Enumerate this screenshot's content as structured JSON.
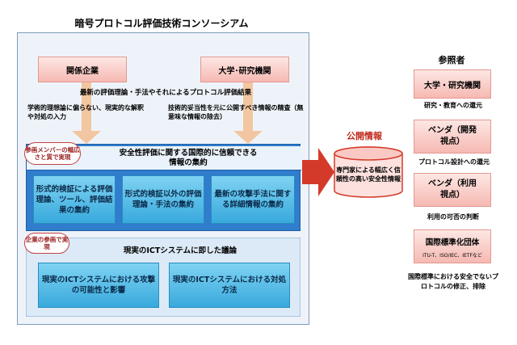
{
  "title": "暗号プロトコル評価技術コンソーシアム",
  "sources": {
    "company": "関係企業",
    "university": "大学･研究機関"
  },
  "evaluation_results": "最新の評価理論・手法やそれによるプロトコル評価結果",
  "company_input": "学術的理想論に偏らない、現実的な解釈や対処の入力",
  "university_input": "技術的妥当性を元に公開すべき情報の精査（無意味な情報の除去）",
  "security_panel": {
    "bubble": "参画メンバーの幅広さと質で実現",
    "heading": "安全性評価に関する国際的に信頼できる情報の集約",
    "boxes": [
      "形式的検証による評価理論、ツール、評価結果の集約",
      "形式的検証以外の評価理論・手法の集約",
      "最新の攻撃手法に関する詳細情報の集約"
    ]
  },
  "ict_panel": {
    "bubble": "企業の参画で実現",
    "heading": "現実のICTシステムに即した議論",
    "boxes": [
      "現実のICTシステムにおける攻撃の可能性と影響",
      "現実のICTシステムにおける対処方法"
    ]
  },
  "public_info": {
    "label": "公開情報",
    "cylinder_text": "専門家による幅広く信頼性の高い安全性情報"
  },
  "referrers": {
    "heading": "参照者",
    "items": [
      {
        "box": "大学・研究機関",
        "caption": "研究・教育への還元"
      },
      {
        "box": "ベンダ（開発視点）",
        "caption": "プロトコル設計への還元"
      },
      {
        "box": "ベンダ（利用視点）",
        "caption": "利用の可否の判断"
      },
      {
        "box": "国際標準化団体",
        "sub": "ITU-T、ISO/IEC、IETFなど",
        "caption": "国際標準における安全でないプロトコルの修正、排除"
      }
    ]
  },
  "colors": {
    "accent_red": "#d43a2a",
    "panel_blue": "#2f7dcc",
    "box_cyan": "#38a9dc",
    "pink": "#f6b9b2"
  }
}
